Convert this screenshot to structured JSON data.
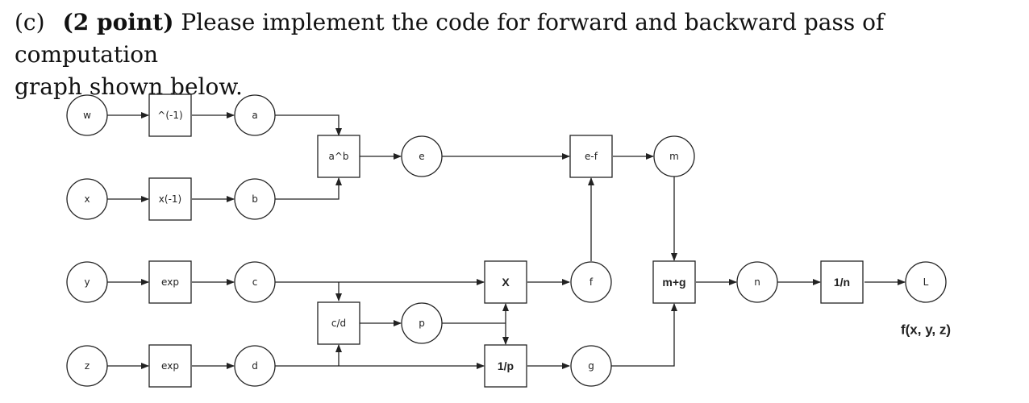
{
  "question": {
    "number": "(c)",
    "points": "(2 point)",
    "text_line1": "Please implement the code for forward and backward pass of computation",
    "text_line2": "graph shown below."
  },
  "graph": {
    "nodes": {
      "w": "w",
      "x": "x",
      "y": "y",
      "z": "z",
      "a": "a",
      "b": "b",
      "c": "c",
      "d": "d",
      "e": "e",
      "p": "p",
      "f": "f",
      "g": "g",
      "m": "m",
      "n": "n",
      "L": "L"
    },
    "ops": {
      "inv_w": "^(-1)",
      "inv_x": "x(-1)",
      "exp_y": "exp",
      "exp_z": "exp",
      "pow": "a^b",
      "div": "c/d",
      "sub": "e-f",
      "mul": "X",
      "recip": "1/p",
      "add": "m+g",
      "recip_n": "1/n"
    },
    "caption": "f(x, y, z)"
  }
}
